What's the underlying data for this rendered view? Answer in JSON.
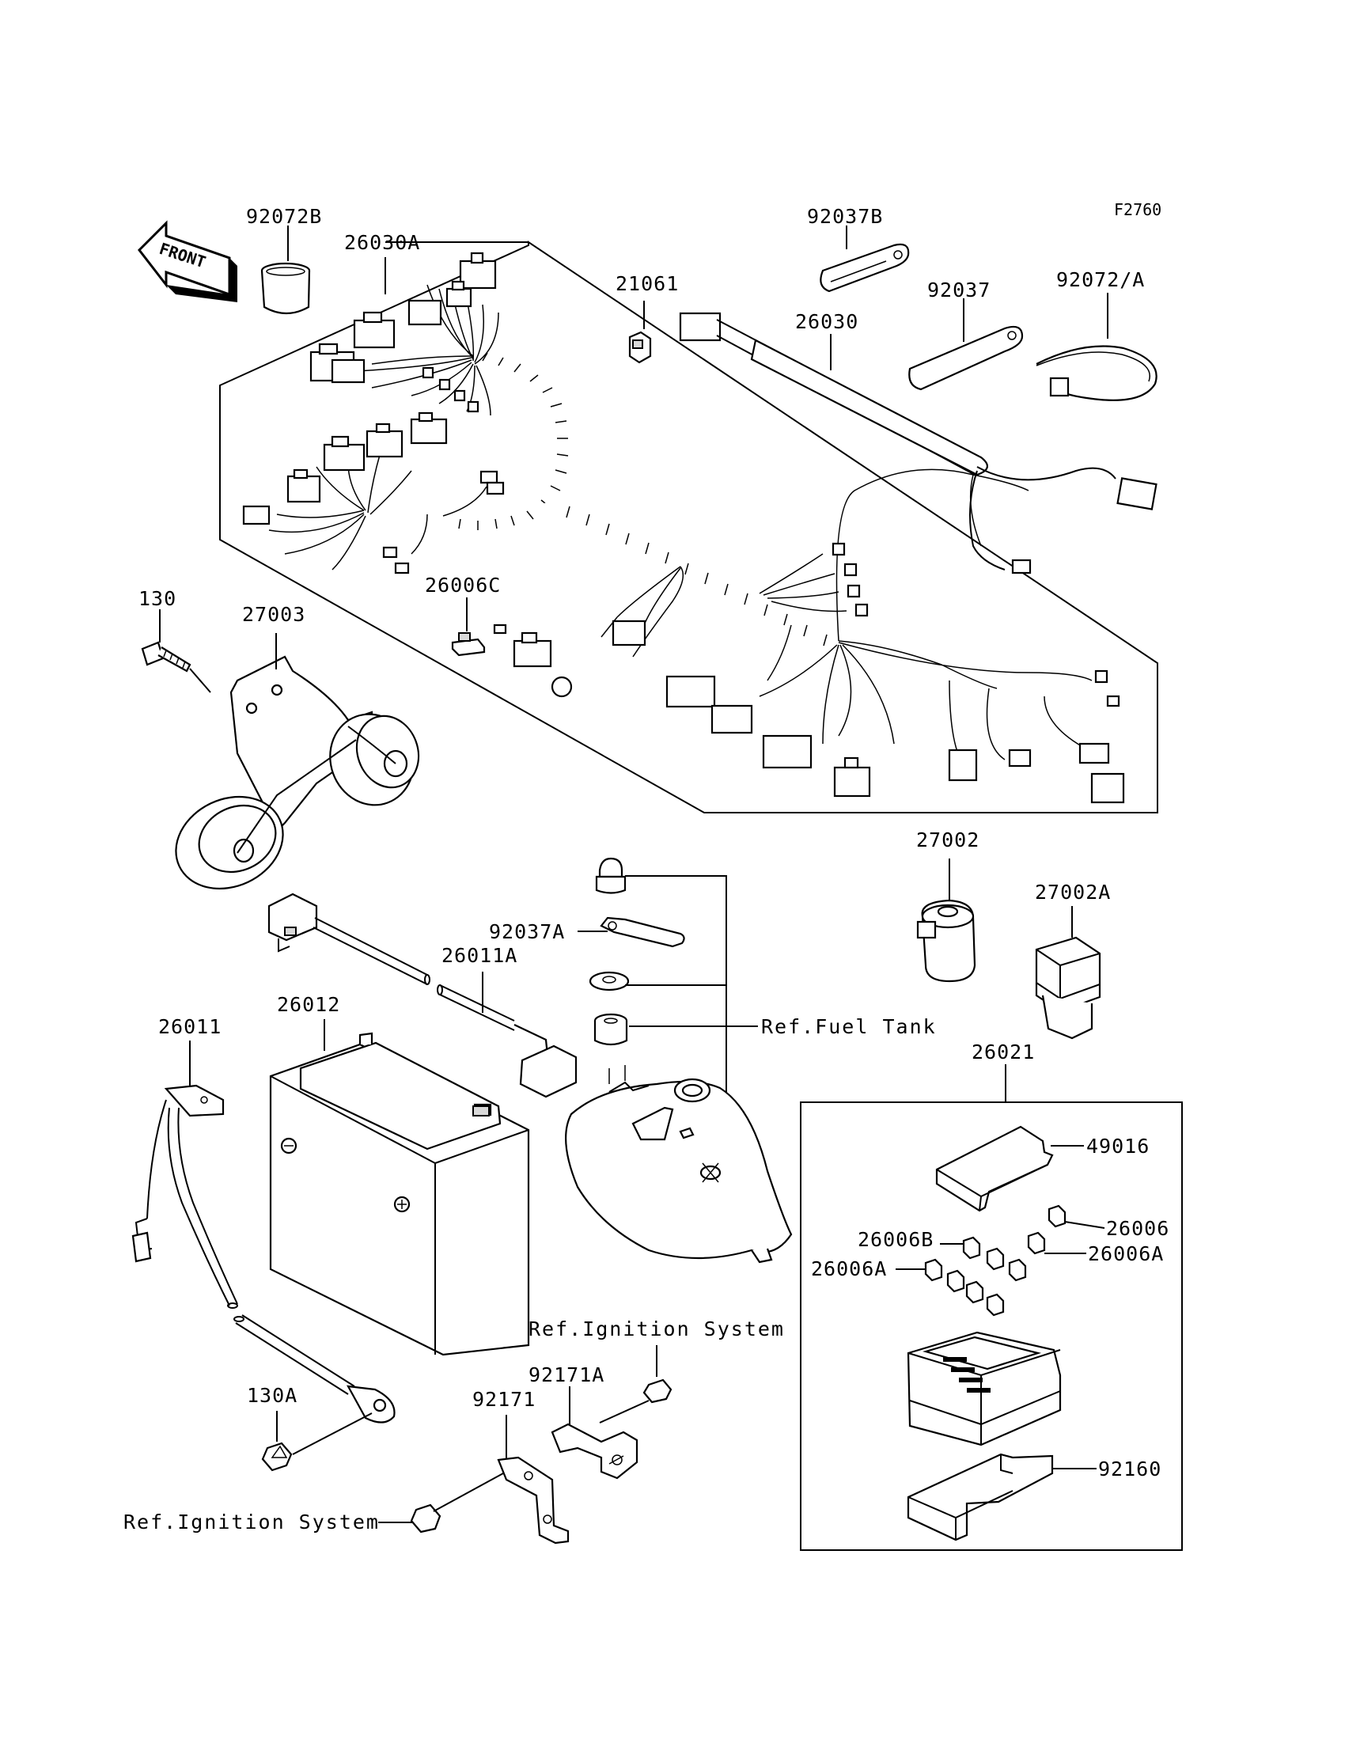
{
  "diagram_code": "F2760",
  "front_label": "FRONT",
  "labels": {
    "p92072B": "92072B",
    "p26030A": "26030A",
    "p92037B": "92037B",
    "p21061": "21061",
    "p26030": "26030",
    "p92037": "92037",
    "p92072A": "92072/A",
    "p26006C": "26006C",
    "p130": "130",
    "p27003": "27003",
    "p27002": "27002",
    "p27002A": "27002A",
    "p92037A": "92037A",
    "p26011A": "26011A",
    "p26012": "26012",
    "p26011": "26011",
    "p26021": "26021",
    "p49016": "49016",
    "p26006": "26006",
    "p26006B": "26006B",
    "p26006A_left": "26006A",
    "p26006A_right": "26006A",
    "p92171A": "92171A",
    "p92171": "92171",
    "p130A": "130A",
    "p92160": "92160"
  },
  "refs": {
    "fuel_tank": "Ref.Fuel Tank",
    "ignition_upper": "Ref.Ignition System",
    "ignition_lower": "Ref.Ignition System"
  }
}
